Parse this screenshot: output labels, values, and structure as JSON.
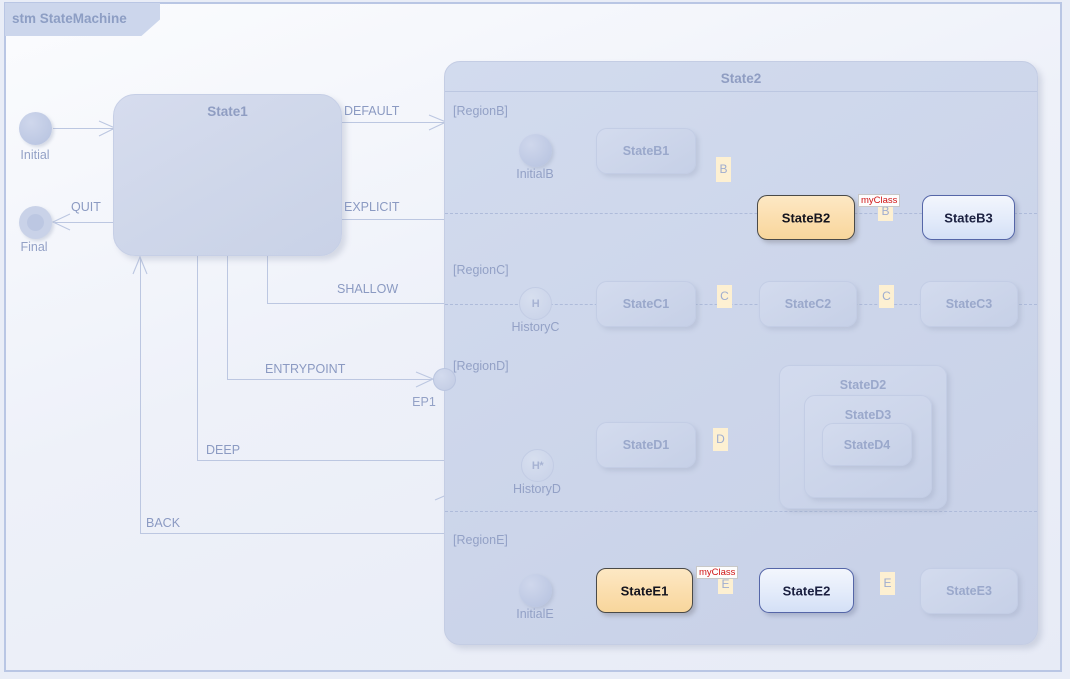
{
  "frame": {
    "tab_label": "stm StateMachine",
    "accent_border": "#b9c6e4",
    "background": "#e9edf7"
  },
  "pseudostates": {
    "initial": {
      "caption": "Initial",
      "kind": "initial"
    },
    "final": {
      "caption": "Final",
      "kind": "final"
    },
    "initialB": {
      "caption": "InitialB",
      "kind": "initial"
    },
    "historyC": {
      "caption": "HistoryC",
      "kind": "shallow-history",
      "glyph": "H"
    },
    "historyD": {
      "caption": "HistoryD",
      "kind": "deep-history",
      "glyph": "H*"
    },
    "initialE": {
      "caption": "InitialE",
      "kind": "initial"
    },
    "entrypoint1": {
      "caption": "EP1",
      "kind": "entry-point"
    }
  },
  "states": {
    "state1": {
      "label": "State1",
      "style": "faded-composite"
    },
    "state2": {
      "label": "State2",
      "style": "faded-orthogonal"
    },
    "stateB1": {
      "label": "StateB1",
      "style": "faded"
    },
    "stateB2": {
      "label": "StateB2",
      "style": "highlighted"
    },
    "stateB3": {
      "label": "StateB3",
      "style": "target"
    },
    "stateC1": {
      "label": "StateC1",
      "style": "faded"
    },
    "stateC2": {
      "label": "StateC2",
      "style": "faded"
    },
    "stateC3": {
      "label": "StateC3",
      "style": "faded"
    },
    "stateD1": {
      "label": "StateD1",
      "style": "faded"
    },
    "stateD2": {
      "label": "StateD2",
      "style": "faded-composite"
    },
    "stateD3": {
      "label": "StateD3",
      "style": "faded-composite"
    },
    "stateD4": {
      "label": "StateD4",
      "style": "faded"
    },
    "stateE1": {
      "label": "StateE1",
      "style": "highlighted"
    },
    "stateE2": {
      "label": "StateE2",
      "style": "target"
    },
    "stateE3": {
      "label": "StateE3",
      "style": "faded"
    }
  },
  "regions": {
    "regionB": {
      "label": "[RegionB]"
    },
    "regionC": {
      "label": "[RegionC]"
    },
    "regionD": {
      "label": "[RegionD]"
    },
    "regionE": {
      "label": "[RegionE]"
    }
  },
  "transitions": {
    "default": {
      "label": "DEFAULT"
    },
    "explicit": {
      "label": "EXPLICIT"
    },
    "shallow": {
      "label": "SHALLOW"
    },
    "entrypoint": {
      "label": "ENTRYPOINT"
    },
    "deep": {
      "label": "DEEP"
    },
    "back": {
      "label": "BACK"
    },
    "quit": {
      "label": "QUIT"
    }
  },
  "triggers": {
    "b": {
      "label": "B"
    },
    "b2": {
      "label": "B"
    },
    "c1": {
      "label": "C"
    },
    "c2": {
      "label": "C"
    },
    "d": {
      "label": "D"
    },
    "e1": {
      "label": "E"
    },
    "e2": {
      "label": "E"
    }
  },
  "stereotypes": {
    "myclass_b": {
      "label": "myClass",
      "color": "#d01414"
    },
    "myclass_e": {
      "label": "myClass",
      "color": "#d01414"
    }
  }
}
